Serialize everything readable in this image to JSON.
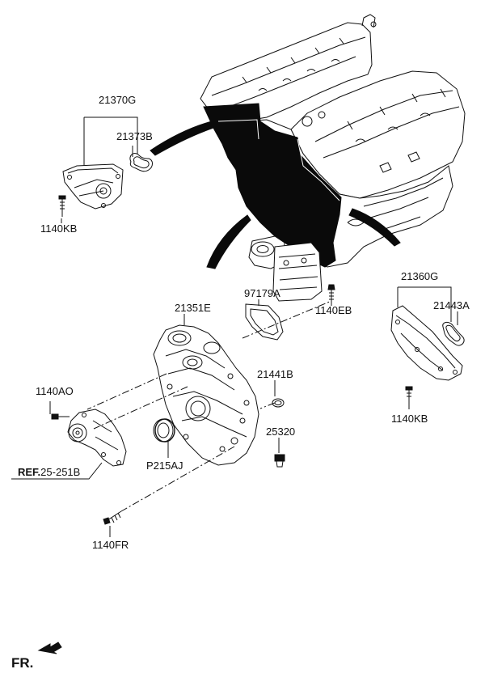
{
  "diagram": {
    "labels": {
      "p21370G": "21370G",
      "p21373B": "21373B",
      "p1140KB_left": "1140KB",
      "p21351E": "21351E",
      "p97179A": "97179A",
      "p1140EB": "1140EB",
      "p21360G": "21360G",
      "p21443A": "21443A",
      "p21441B": "21441B",
      "p1140AO": "1140AO",
      "p25320": "25320",
      "p1140KB_right": "1140KB",
      "pP215AJ": "P215AJ",
      "p1140FR": "1140FR"
    },
    "reference": {
      "prefix": "REF.",
      "code": "25-251B"
    },
    "direction": {
      "label": "FR."
    }
  }
}
